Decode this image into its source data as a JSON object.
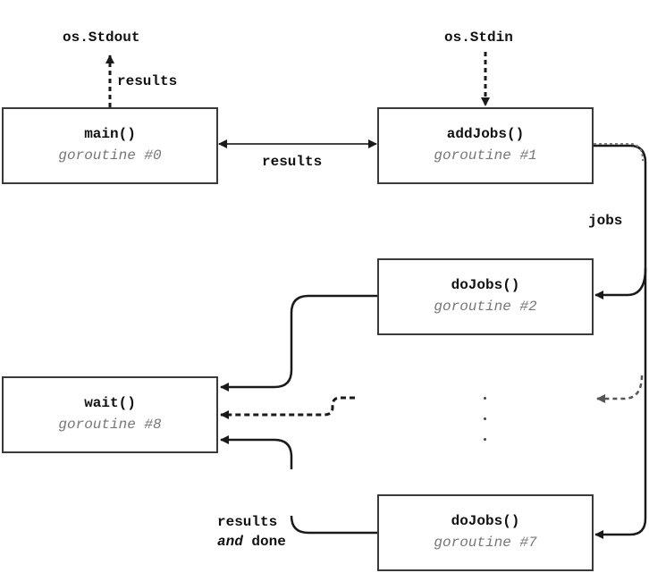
{
  "endpoints": {
    "stdout": "os.Stdout",
    "stdin": "os.Stdin"
  },
  "boxes": {
    "main": {
      "func": "main()",
      "goroutine": "goroutine #0"
    },
    "addjobs": {
      "func": "addJobs()",
      "goroutine": "goroutine #1"
    },
    "dojobs2": {
      "func": "doJobs()",
      "goroutine": "goroutine #2"
    },
    "wait": {
      "func": "wait()",
      "goroutine": "goroutine #8"
    },
    "dojobs7": {
      "func": "doJobs()",
      "goroutine": "goroutine #7"
    }
  },
  "labels": {
    "results_up": "results",
    "results_mid": "results",
    "jobs": "jobs",
    "results_done_1": "results",
    "results_done_and": "and",
    "results_done_2": "done"
  },
  "ellipsis": "...",
  "colors": {
    "line": "#2b2b2b",
    "dashed_gray": "#555555",
    "goroutine_text": "#777777",
    "border": "#3a3a3a"
  }
}
